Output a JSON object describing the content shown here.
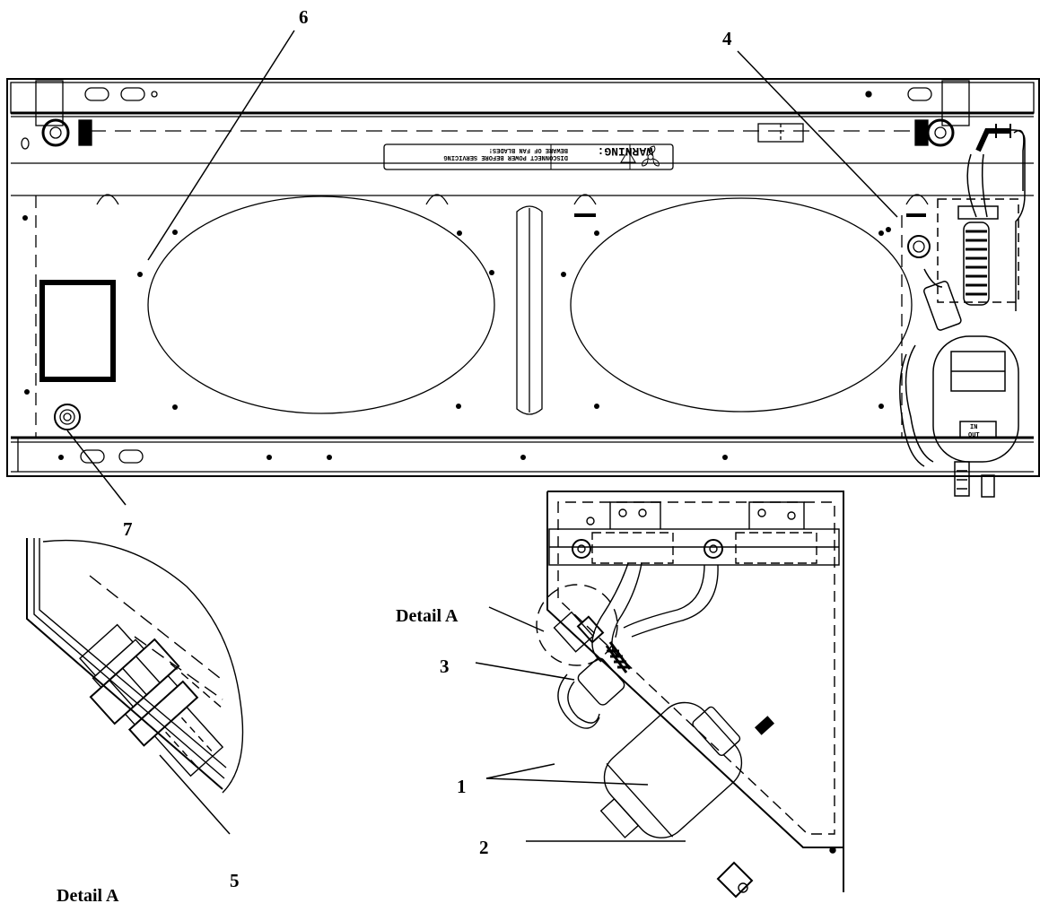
{
  "callouts": {
    "c1": "1",
    "c2": "2",
    "c3": "3",
    "c4": "4",
    "c5": "5",
    "c6": "6",
    "c7": "7",
    "detail_a_main": "Detail A",
    "detail_a_inset": "Detail A"
  },
  "decal": {
    "warning": "WARNING:",
    "line1": "DISCONNECT POWER BEFORE SERVICING",
    "line2": "BEWARE OF FAN BLADES!"
  },
  "drier_labels": {
    "in": "IN",
    "out": "OUT"
  },
  "colors": {
    "ink": "#000000",
    "paper": "#ffffff"
  }
}
